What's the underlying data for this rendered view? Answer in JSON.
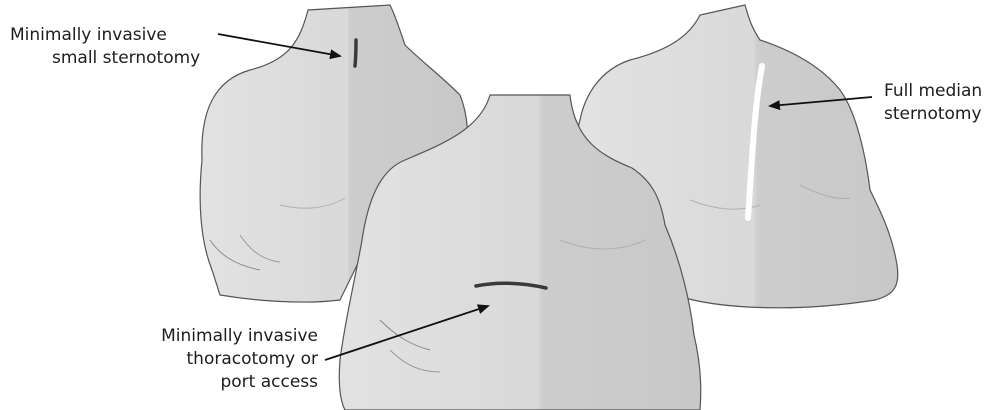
{
  "labels": {
    "small_sternotomy": {
      "line1": "Minimally invasive",
      "line2": "small sternotomy"
    },
    "thoracotomy": {
      "line1": "Minimally invasive",
      "line2": "thoracotomy or",
      "line3": "port access"
    },
    "full_sternotomy": {
      "line1": "Full median",
      "line2": "sternotomy"
    }
  },
  "colors": {
    "skin_light": "#dcdcdc",
    "skin_shadow": "#cacaca",
    "outline": "#555555",
    "incision_dark": "#3a3a3a",
    "incision_light": "#ffffff",
    "arrow": "#111111"
  }
}
